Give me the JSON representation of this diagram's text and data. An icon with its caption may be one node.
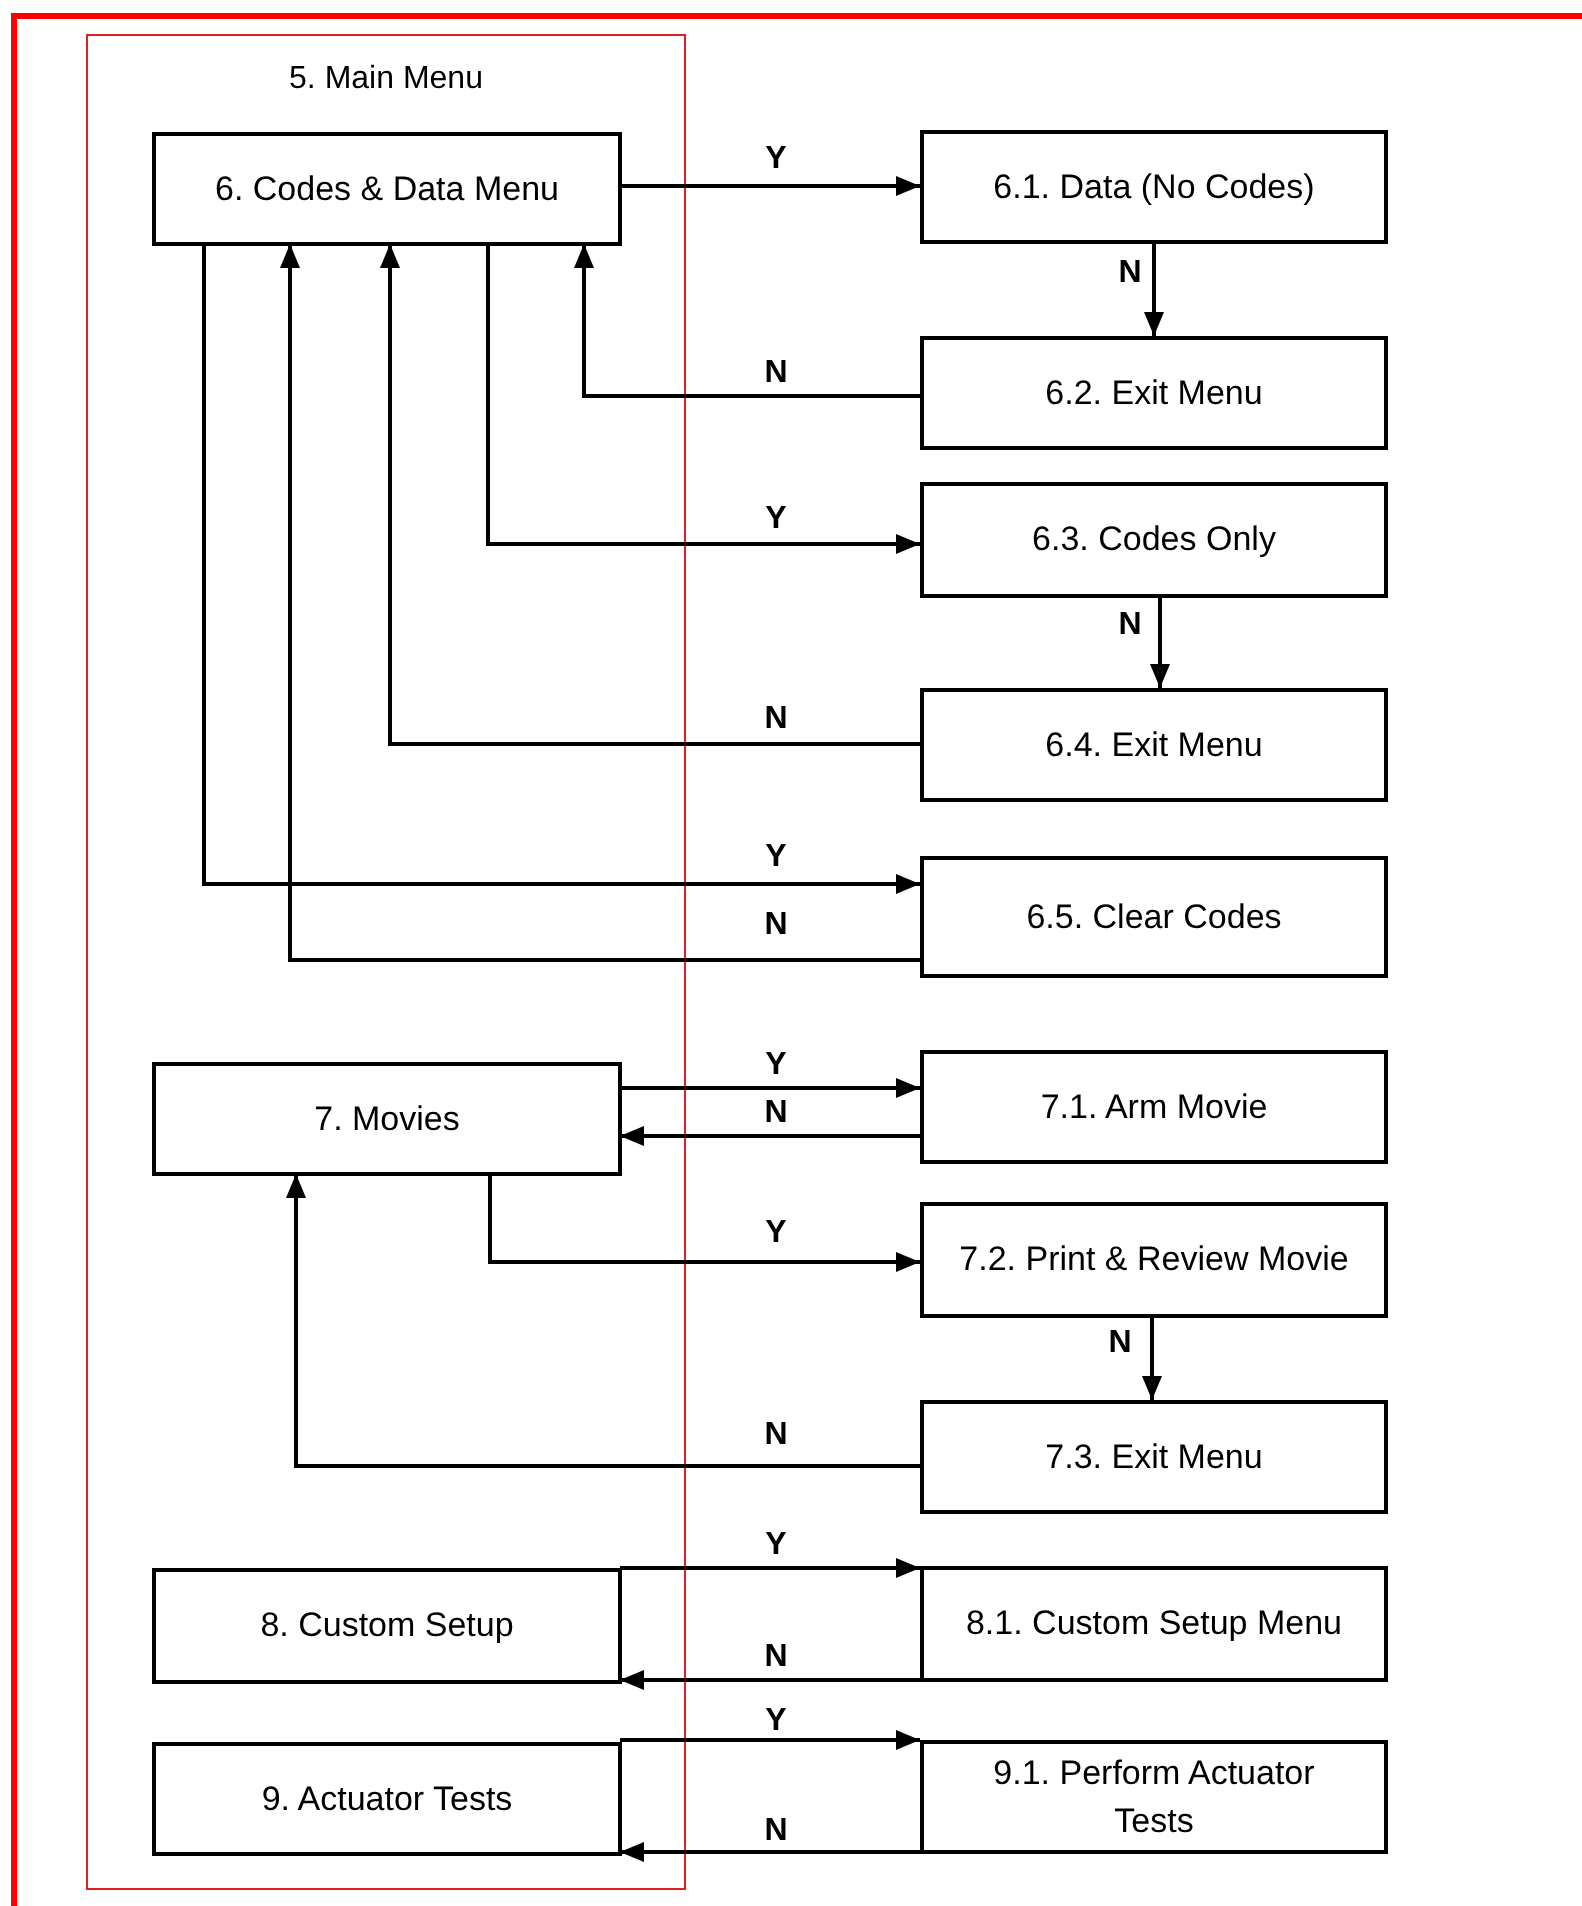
{
  "diagram": {
    "nodes": [
      {
        "text": [
          "5. Main Menu"
        ]
      },
      {
        "text": [
          "6. Codes & Data Menu"
        ],
        "in": 0
      },
      {
        "text": [
          "6.1. Data (No Codes)"
        ]
      },
      {
        "text": [
          "6.2. Exit Menu"
        ]
      },
      {
        "text": [
          "6.3. Codes Only"
        ]
      },
      {
        "text": [
          "6.4. Exit Menu"
        ]
      },
      {
        "text": [
          "6.5. Clear Codes"
        ]
      },
      {
        "text": [
          "7. Movies"
        ],
        "in": 0
      },
      {
        "text": [
          "7.1. Arm Movie"
        ]
      },
      {
        "text": [
          "7.2. Print & Review Movie"
        ]
      },
      {
        "text": [
          "7.3. Exit Menu"
        ]
      },
      {
        "text": [
          "8. Custom Setup"
        ],
        "in": 0
      },
      {
        "text": [
          "8.1. Custom Setup Menu"
        ]
      },
      {
        "text": [
          "9. Actuator Tests"
        ],
        "in": 0
      },
      {
        "text": [
          "9.1. Perform Actuator Tests"
        ]
      }
    ],
    "edges": [
      {
        "from": 1,
        "to": 2,
        "arrow": "to",
        "label": "Y"
      },
      {
        "from": 2,
        "to": 3,
        "arrow": "to",
        "label": "N"
      },
      {
        "from": 3,
        "to": 1,
        "arrow": "to",
        "label": "N"
      },
      {
        "from": 1,
        "to": 4,
        "arrow": "to",
        "label": "Y"
      },
      {
        "from": 4,
        "to": 5,
        "arrow": "to",
        "label": "N"
      },
      {
        "from": 5,
        "to": 1,
        "arrow": "to",
        "label": "N"
      },
      {
        "from": 1,
        "to": 6,
        "arrow": "to",
        "label": "Y"
      },
      {
        "from": 6,
        "to": 1,
        "arrow": "to",
        "label": "N"
      },
      {
        "from": 7,
        "to": 8,
        "arrow": "to",
        "label": "Y"
      },
      {
        "from": 8,
        "to": 7,
        "arrow": "to",
        "label": "N"
      },
      {
        "from": 7,
        "to": 9,
        "arrow": "to",
        "label": "Y"
      },
      {
        "from": 9,
        "to": 10,
        "arrow": "to",
        "label": "N"
      },
      {
        "from": 10,
        "to": 7,
        "arrow": "to",
        "label": "N"
      },
      {
        "from": 11,
        "to": 12,
        "arrow": "to",
        "label": "Y"
      },
      {
        "from": 12,
        "to": 11,
        "arrow": "to",
        "label": "N"
      },
      {
        "from": 13,
        "to": 14,
        "arrow": "to",
        "label": "Y"
      },
      {
        "from": 14,
        "to": 13,
        "arrow": "to",
        "label": "N"
      }
    ]
  }
}
